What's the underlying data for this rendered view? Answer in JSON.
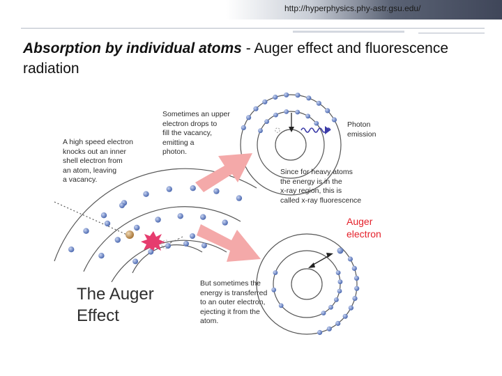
{
  "header": {
    "url": "http://hyperphysics.phy-astr.gsu.edu/"
  },
  "slide": {
    "title_emphasis": "Absorption by individual atoms",
    "title_rest": " - Auger effect and fluorescence radiation"
  },
  "diagram": {
    "label_incoming": [
      "A high speed electron",
      "knocks out an inner",
      "shell electron from",
      "an atom, leaving",
      "a vacancy."
    ],
    "label_drop": [
      "Sometimes an upper",
      "electron drops to",
      "fill the vacancy,",
      "emitting a",
      "photon."
    ],
    "label_photon": [
      "Photon",
      "emission"
    ],
    "label_heavy": [
      "Since for heavy atoms",
      "the energy is in the",
      "x-ray region, this is",
      "called x-ray fluorescence"
    ],
    "label_auger": [
      "Auger",
      "electron"
    ],
    "label_transfer": [
      "But sometimes the",
      "energy is transferred",
      "to an outer electron,",
      "ejecting it from the",
      "atom."
    ],
    "figure_title": [
      "The Auger",
      "Effect"
    ],
    "colors": {
      "arrow": "#f4a9a9",
      "electron": "#6a86c8",
      "auger_label": "#e4202a",
      "photon": "#3a3aa8",
      "burst": "#e63c6e",
      "nucleus": "#c9995e"
    }
  }
}
